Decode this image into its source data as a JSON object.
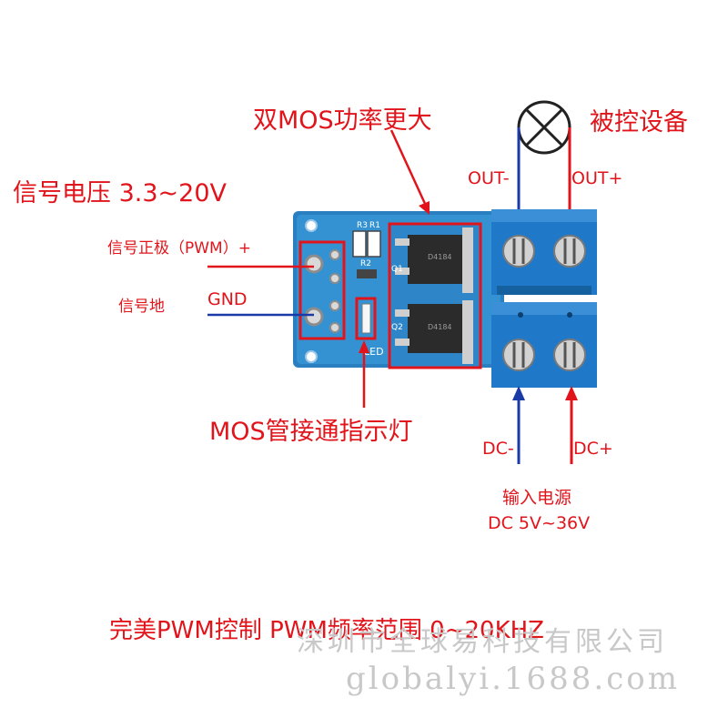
{
  "labels": {
    "dual_mos": "双MOS功率更大",
    "controlled_device": "被控设备",
    "signal_voltage": "信号电压 3.3~20V",
    "out_minus": "OUT-",
    "out_plus": "OUT+",
    "signal_positive": "信号正极（PWM）+",
    "signal_ground": "信号地",
    "gnd": "GND",
    "mos_indicator": "MOS管接通指示灯",
    "dc_minus": "DC-",
    "dc_plus": "DC+",
    "input_power": "输入电源",
    "input_voltage": "DC 5V~36V",
    "bottom_caption": "完美PWM控制   PWM频率范围 0~20KHZ"
  },
  "pcb": {
    "silk_r3": "R3",
    "silk_r1": "R1",
    "silk_r2": "R2",
    "silk_q1": "Q1",
    "silk_q2": "Q2",
    "silk_led": "LED",
    "mosfet_marking": "D4184"
  },
  "watermark": {
    "company": "深圳市全球易科技有限公司",
    "url": "globalyi.1688.com"
  },
  "colors": {
    "annotation_red": "#e1141b",
    "signal_blue": "#1a3aa8",
    "pcb_blue": "#2a7fc0",
    "terminal_blue": "#1f78c8"
  }
}
